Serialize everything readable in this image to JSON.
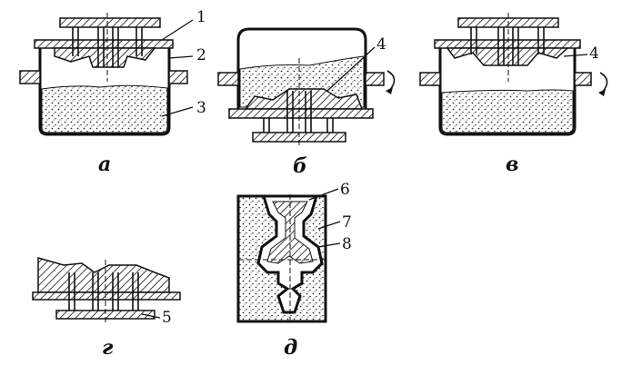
{
  "callouts": [
    "1",
    "2",
    "3",
    "4",
    "4",
    "5",
    "6",
    "7",
    "8"
  ],
  "captions": [
    "а",
    "б",
    "в",
    "г",
    "д"
  ],
  "colors": {
    "ink": "#111111",
    "sand": "#9a9a9a",
    "paper": "#ffffff"
  }
}
